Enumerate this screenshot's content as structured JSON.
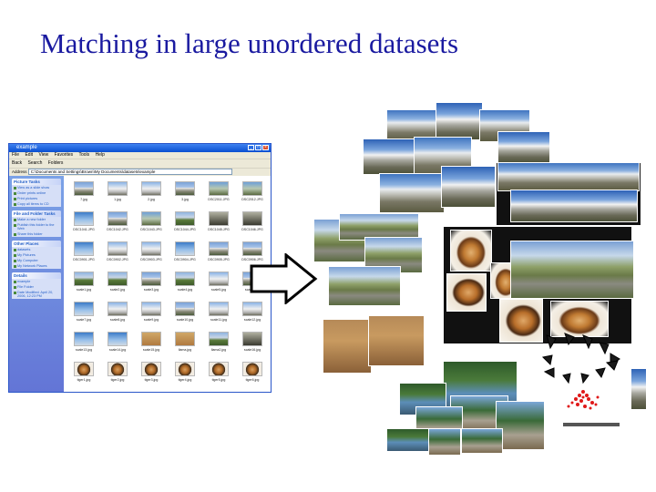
{
  "slide": {
    "title": "Matching in large unordered datasets"
  },
  "explorer": {
    "window_title": "example",
    "menu": [
      "File",
      "Edit",
      "View",
      "Favorites",
      "Tools",
      "Help"
    ],
    "toolbar": [
      "Back",
      "Search",
      "Folders"
    ],
    "address_label": "Address",
    "address_value": "C:\\Documents and Settings\\Brown\\My Documents\\datasets\\example",
    "side_panels": [
      {
        "title": "Picture Tasks",
        "items": [
          "View as a slide show",
          "Order prints online",
          "Print pictures",
          "Copy all items to CD"
        ]
      },
      {
        "title": "File and Folder Tasks",
        "items": [
          "Make a new folder",
          "Publish this folder to the Web",
          "Share this folder"
        ]
      },
      {
        "title": "Other Places",
        "items": [
          "datasets",
          "My Pictures",
          "My Computer",
          "My Network Places"
        ]
      },
      {
        "title": "Details",
        "items": [
          "example",
          "File Folder",
          "Date Modified: April 20, 2006, 12:23 PM"
        ]
      }
    ],
    "files": [
      {
        "name": "7.jpg",
        "kind": "mtn"
      },
      {
        "name": "1.jpg",
        "kind": "snow"
      },
      {
        "name": "2.jpg",
        "kind": "snow"
      },
      {
        "name": "3.jpg",
        "kind": "mtn"
      },
      {
        "name": "DSC2011.JPG",
        "kind": "ppl"
      },
      {
        "name": "DSC2012.JPG",
        "kind": "ppl"
      },
      {
        "name": "DSC1041.JPG",
        "kind": "sky"
      },
      {
        "name": "DSC1042.JPG",
        "kind": "mtn"
      },
      {
        "name": "DSC1043.JPG",
        "kind": "ppl"
      },
      {
        "name": "DSC1044.JPG",
        "kind": "grn"
      },
      {
        "name": "DSC1045.JPG",
        "kind": "dark"
      },
      {
        "name": "DSC1046.JPG",
        "kind": "dark"
      },
      {
        "name": "DSC0901.JPG",
        "kind": "sky"
      },
      {
        "name": "DSC0902.JPG",
        "kind": "snow"
      },
      {
        "name": "DSC0903.JPG",
        "kind": "snow"
      },
      {
        "name": "DSC0904.JPG",
        "kind": "sky"
      },
      {
        "name": "DSC0905.JPG",
        "kind": "mtn"
      },
      {
        "name": "DSC0906.JPG",
        "kind": "mtn"
      },
      {
        "name": "scale1.jpg",
        "kind": "grn"
      },
      {
        "name": "scale2.jpg",
        "kind": "grn"
      },
      {
        "name": "scale3.jpg",
        "kind": "mtn"
      },
      {
        "name": "scale4.jpg",
        "kind": "grn"
      },
      {
        "name": "scale5.jpg",
        "kind": "snow"
      },
      {
        "name": "scale6.jpg",
        "kind": "mtn"
      },
      {
        "name": "scale7.jpg",
        "kind": "sky"
      },
      {
        "name": "scale8.jpg",
        "kind": "snow"
      },
      {
        "name": "scale9.jpg",
        "kind": "snow"
      },
      {
        "name": "scale10.jpg",
        "kind": "mtn"
      },
      {
        "name": "scale11.jpg",
        "kind": "snow"
      },
      {
        "name": "scale12.jpg",
        "kind": "snow"
      },
      {
        "name": "scale13.jpg",
        "kind": "sky"
      },
      {
        "name": "scale14.jpg",
        "kind": "sky"
      },
      {
        "name": "scale15.jpg",
        "kind": "llama"
      },
      {
        "name": "llama.jpg",
        "kind": "llama"
      },
      {
        "name": "llama2.jpg",
        "kind": "grn"
      },
      {
        "name": "scale16.jpg",
        "kind": "dark"
      },
      {
        "name": "tiger1.jpg",
        "kind": "tiger"
      },
      {
        "name": "tiger2.jpg",
        "kind": "tiger"
      },
      {
        "name": "tiger3.jpg",
        "kind": "tiger"
      },
      {
        "name": "tiger4.jpg",
        "kind": "tiger"
      },
      {
        "name": "tiger5.jpg",
        "kind": "tiger"
      },
      {
        "name": "tiger6.jpg",
        "kind": "tiger"
      }
    ]
  }
}
